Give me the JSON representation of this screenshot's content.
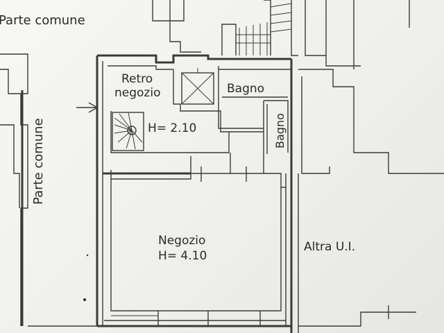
{
  "labels": {
    "common_top": "Parte comune",
    "common_left": "Parte comune",
    "retro_line1": "Retro",
    "retro_line2": "negozio",
    "bagno_main": "Bagno",
    "bagno_small": "Bagno",
    "height_retro": "H= 2.10",
    "negozio": "Negozio",
    "height_negozio": "H= 4.10",
    "altra": "Altra U.I."
  },
  "colors": {
    "wall": "#3a3a3a",
    "paper": "#f4f4f1"
  }
}
